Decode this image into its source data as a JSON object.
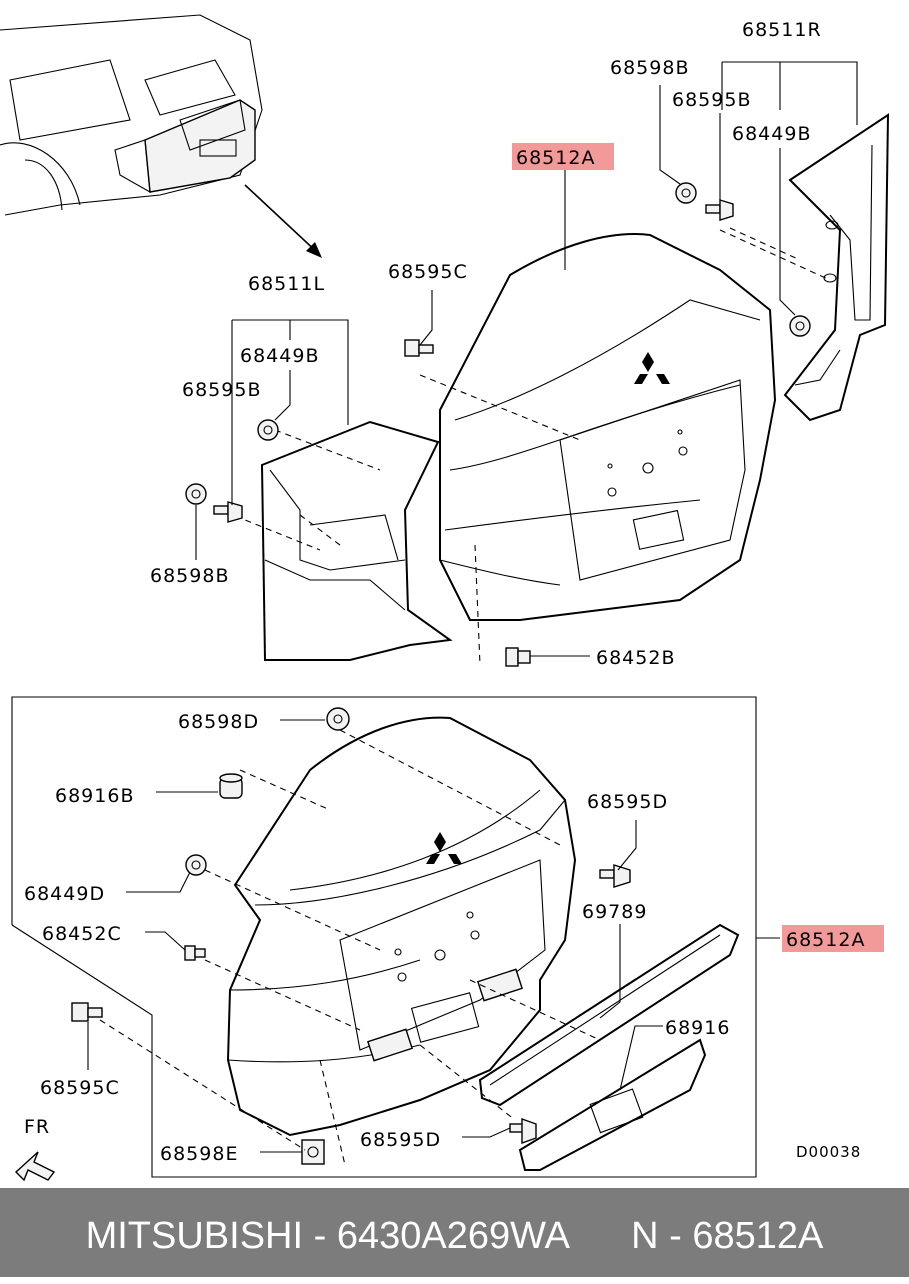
{
  "labels": {
    "l_68511R": "68511R",
    "l_68598B_top": "68598B",
    "l_68595B_top": "68595B",
    "l_68449B_top": "68449B",
    "l_68512A_top": "68512A",
    "l_68595C_top": "68595C",
    "l_68511L": "68511L",
    "l_68449B_left": "68449B",
    "l_68595B_left": "68595B",
    "l_68598B_left": "68598B",
    "l_68452B": "68452B",
    "l_68598D": "68598D",
    "l_68916B": "68916B",
    "l_68595D_right": "68595D",
    "l_68449D": "68449D",
    "l_69789": "69789",
    "l_68452C": "68452C",
    "l_68512A_right": "68512A",
    "l_68916": "68916",
    "l_68595C_bottom": "68595C",
    "l_68595D_bottom": "68595D",
    "l_68598E": "68598E",
    "l_FR": "FR",
    "l_D00038": "D00038"
  },
  "highlight_color": "#f29a9a",
  "footer": {
    "text": "MITSUBISHI - 6430A269WA      N - 68512A"
  }
}
